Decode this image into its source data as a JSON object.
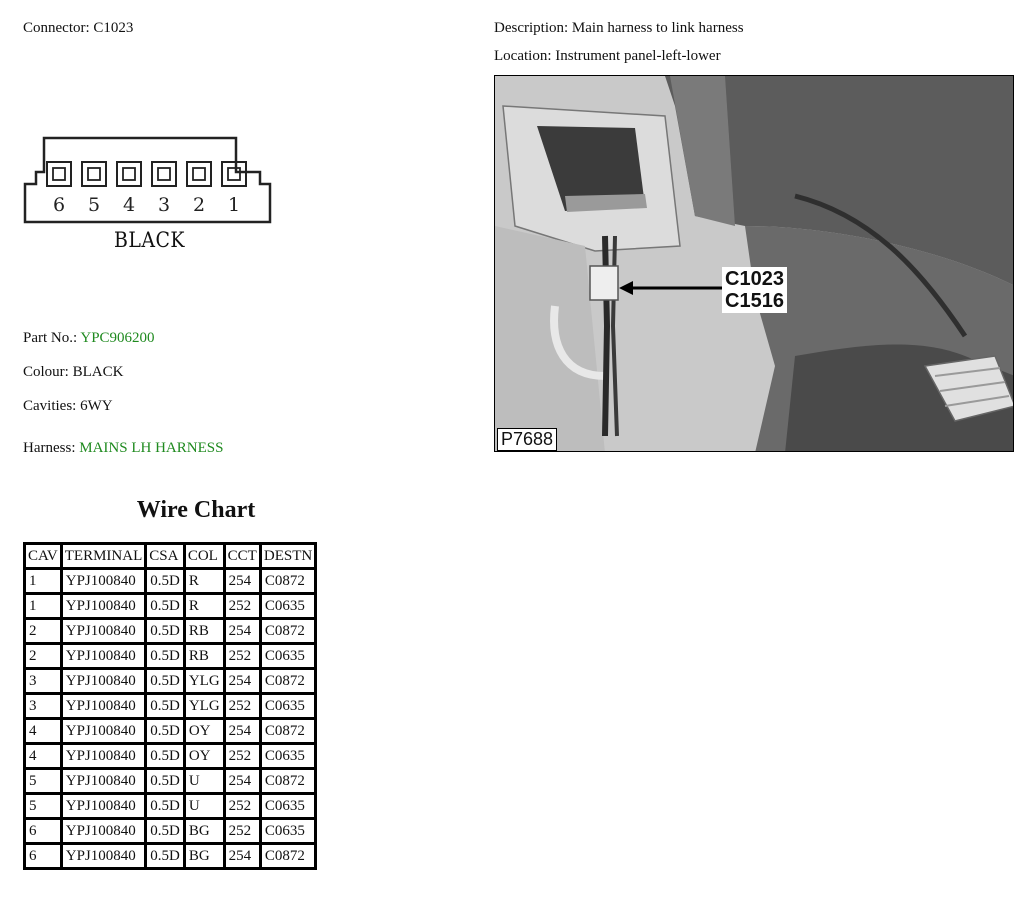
{
  "connector": {
    "label": "Connector:",
    "value": "C1023"
  },
  "description": {
    "label": "Description:",
    "value": "Main harness to link harness"
  },
  "location": {
    "label": "Location:",
    "value": "Instrument panel-left-lower"
  },
  "pinout": {
    "pins": [
      "6",
      "5",
      "4",
      "3",
      "2",
      "1"
    ],
    "colour_label": "BLACK"
  },
  "part_no": {
    "label": "Part No.:",
    "value": "YPC906200"
  },
  "colour": {
    "label": "Colour:",
    "value": "BLACK"
  },
  "cavities": {
    "label": "Cavities:",
    "value": "6WY"
  },
  "harness": {
    "label": "Harness:",
    "value": "MAINS LH HARNESS"
  },
  "photo": {
    "callout_lines": [
      "C1023",
      "C1516"
    ],
    "code": "P7688"
  },
  "wire_chart": {
    "title": "Wire Chart",
    "columns": [
      "CAV",
      "TERMINAL",
      "CSA",
      "COL",
      "CCT",
      "DESTN"
    ],
    "rows": [
      [
        "1",
        "YPJ100840",
        "0.5D",
        "R",
        "254",
        "C0872"
      ],
      [
        "1",
        "YPJ100840",
        "0.5D",
        "R",
        "252",
        "C0635"
      ],
      [
        "2",
        "YPJ100840",
        "0.5D",
        "RB",
        "254",
        "C0872"
      ],
      [
        "2",
        "YPJ100840",
        "0.5D",
        "RB",
        "252",
        "C0635"
      ],
      [
        "3",
        "YPJ100840",
        "0.5D",
        "YLG",
        "254",
        "C0872"
      ],
      [
        "3",
        "YPJ100840",
        "0.5D",
        "YLG",
        "252",
        "C0635"
      ],
      [
        "4",
        "YPJ100840",
        "0.5D",
        "OY",
        "254",
        "C0872"
      ],
      [
        "4",
        "YPJ100840",
        "0.5D",
        "OY",
        "252",
        "C0635"
      ],
      [
        "5",
        "YPJ100840",
        "0.5D",
        "U",
        "254",
        "C0872"
      ],
      [
        "5",
        "YPJ100840",
        "0.5D",
        "U",
        "252",
        "C0635"
      ],
      [
        "6",
        "YPJ100840",
        "0.5D",
        "BG",
        "252",
        "C0635"
      ],
      [
        "6",
        "YPJ100840",
        "0.5D",
        "BG",
        "254",
        "C0872"
      ]
    ]
  },
  "colors": {
    "highlight": "#1f8a1f",
    "text": "#111111"
  }
}
